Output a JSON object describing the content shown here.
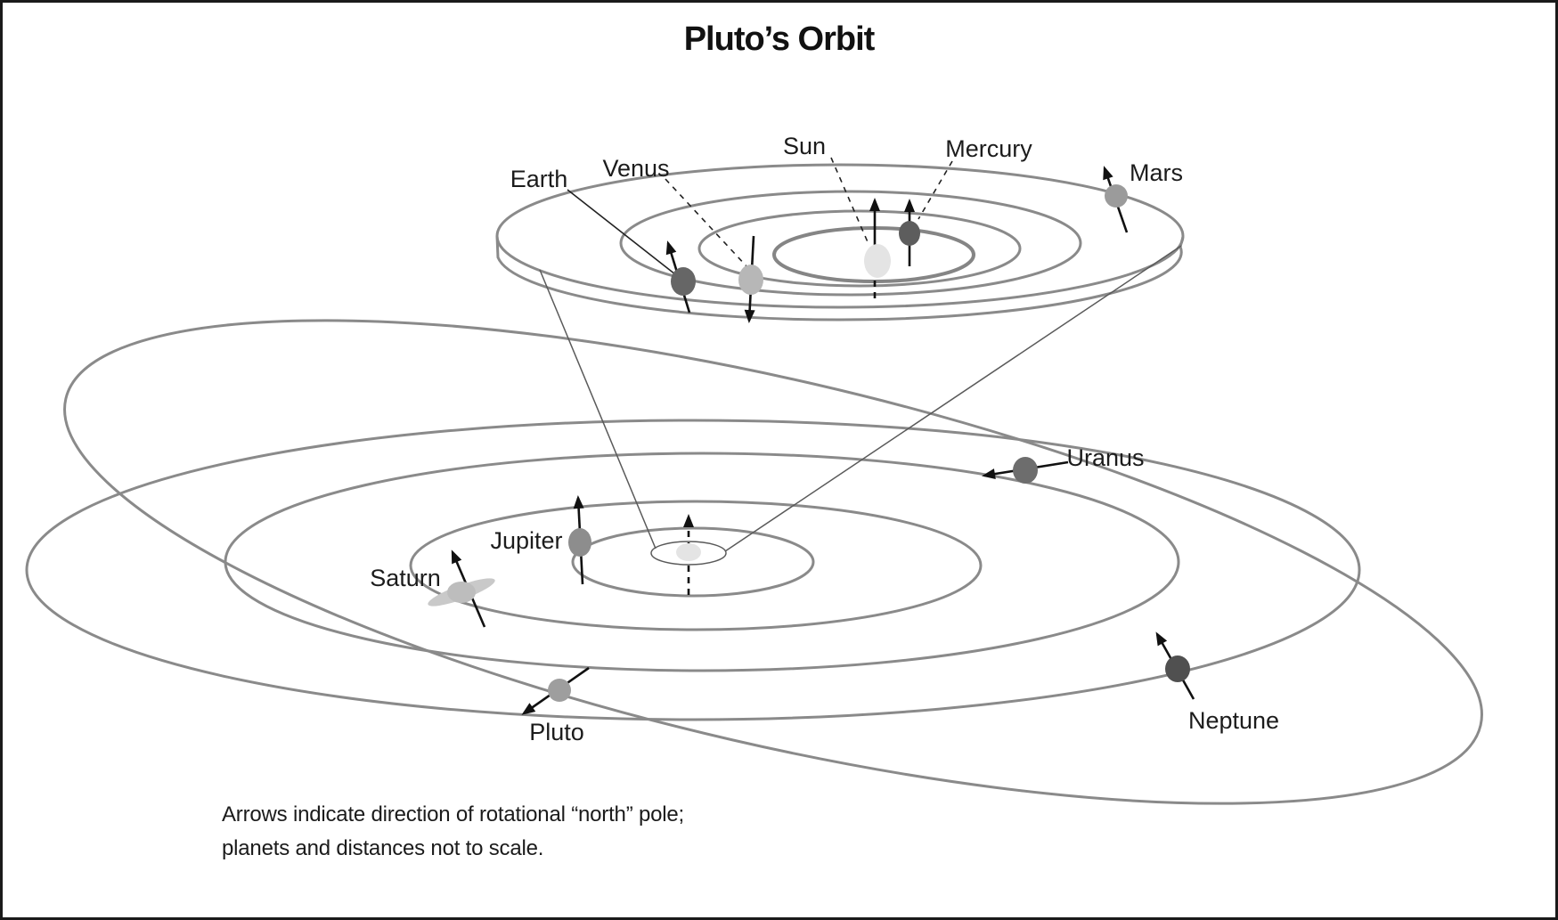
{
  "figure": {
    "title": "Pluto’s Orbit",
    "caption": {
      "line1": "Arrows indicate direction of rotational “north” pole;",
      "line2": "planets and distances not to scale."
    },
    "labels": {
      "sun": "Sun",
      "mercury": "Mercury",
      "venus": "Venus",
      "earth": "Earth",
      "mars": "Mars",
      "jupiter": "Jupiter",
      "saturn": "Saturn",
      "uranus": "Uranus",
      "neptune": "Neptune",
      "pluto": "Pluto"
    },
    "colors": {
      "orbit_gray": "#8a8a8a",
      "ink": "#1c1c1c",
      "arrow_black": "#111111",
      "sun_fill": "#e4e4e4",
      "mercury_fill": "#5d5d5d",
      "venus_fill": "#b7b7b7",
      "earth_fill": "#666666",
      "mars_fill": "#9b9b9b",
      "jupiter_fill": "#8d8d8d",
      "saturn_fill": "#bdbdbd",
      "uranus_fill": "#6d6d6d",
      "neptune_fill": "#505050",
      "pluto_fill": "#9e9e9e"
    }
  }
}
